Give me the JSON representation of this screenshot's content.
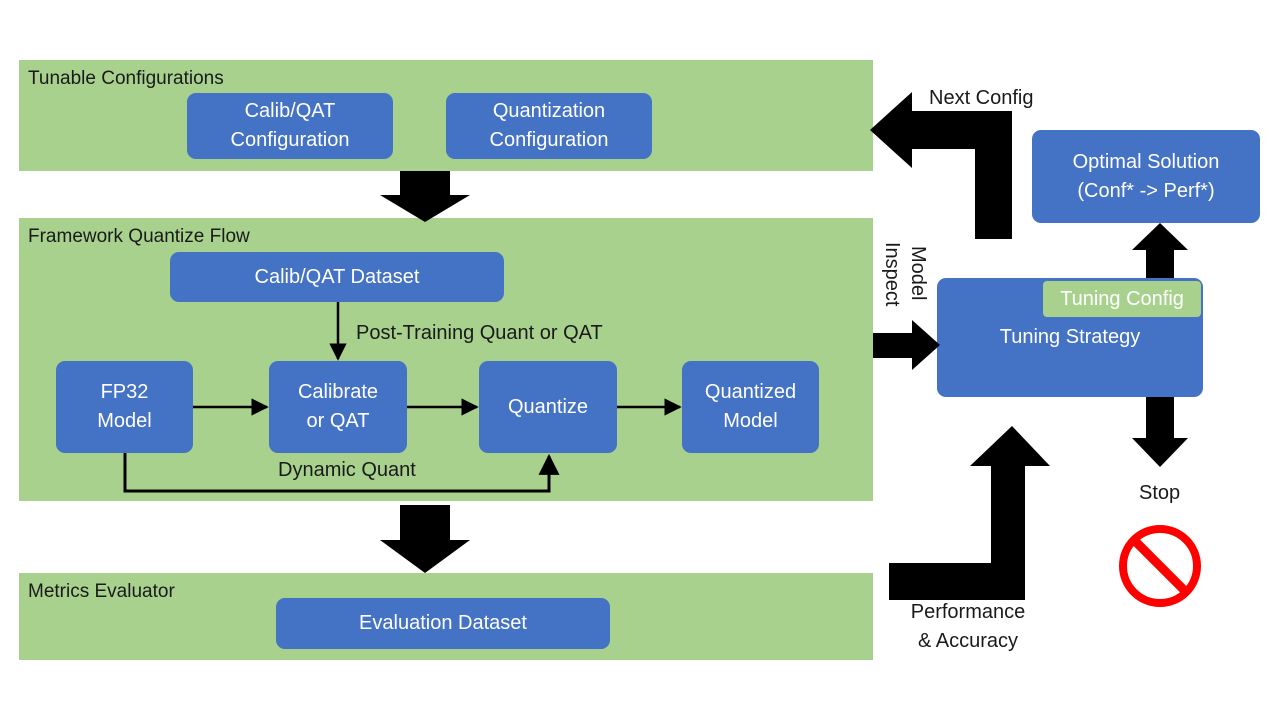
{
  "colors": {
    "panel": "#a9d18e",
    "box": "#4472c4",
    "arrow": "#000000",
    "stop": "#ff0000"
  },
  "tunable": {
    "title": "Tunable Configurations",
    "calib_config": [
      "Calib/QAT",
      "Configuration"
    ],
    "quant_config": [
      "Quantization",
      "Configuration"
    ]
  },
  "flow": {
    "title": "Framework Quantize Flow",
    "dataset": "Calib/QAT Dataset",
    "ptq_label": "Post-Training Quant or QAT",
    "fp32": [
      "FP32",
      "Model"
    ],
    "calibrate": [
      "Calibrate",
      "or QAT"
    ],
    "quantize": "Quantize",
    "quantized_model": [
      "Quantized",
      "Model"
    ],
    "dynamic_label": "Dynamic Quant"
  },
  "metrics": {
    "title": "Metrics Evaluator",
    "dataset": "Evaluation Dataset"
  },
  "tuning": {
    "strategy": "Tuning Strategy",
    "config_tag": "Tuning Config",
    "optimal": [
      "Optimal Solution",
      "(Conf* -> Perf*)"
    ],
    "next_config": "Next Config",
    "model_inspect": [
      "Model",
      "Inspect"
    ],
    "performance": [
      "Performance",
      "& Accuracy"
    ],
    "stop": "Stop"
  },
  "icons": {
    "stop": "no-entry-icon"
  }
}
